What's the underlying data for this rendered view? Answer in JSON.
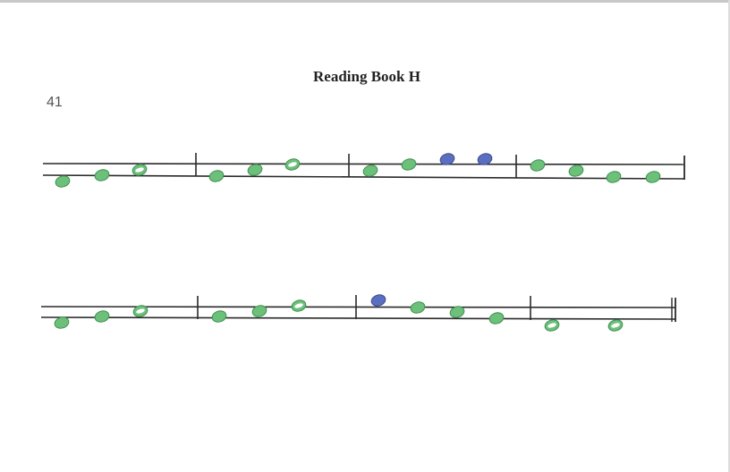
{
  "title": "Reading Book H",
  "page_number": "41",
  "colors": {
    "paper": "#ffffff",
    "staff_line": "#2a2a2a",
    "note_green": "#6cc07a",
    "note_green_outline": "#3f8f50",
    "note_blue": "#5a6fbf",
    "note_blue_outline": "#3b4b8f"
  },
  "staff": {
    "lines_per_staff": 2,
    "systems": 2,
    "measures_per_system": 4,
    "final_barline": "double"
  },
  "notes": {
    "system_1": [
      {
        "measure": 1,
        "color": "green",
        "style": "filled"
      },
      {
        "measure": 1,
        "color": "green",
        "style": "filled"
      },
      {
        "measure": 1,
        "color": "green",
        "style": "hollow"
      },
      {
        "measure": 2,
        "color": "green",
        "style": "filled"
      },
      {
        "measure": 2,
        "color": "green",
        "style": "filled"
      },
      {
        "measure": 2,
        "color": "green",
        "style": "hollow"
      },
      {
        "measure": 3,
        "color": "green",
        "style": "filled"
      },
      {
        "measure": 3,
        "color": "green",
        "style": "filled"
      },
      {
        "measure": 3,
        "color": "blue",
        "style": "filled"
      },
      {
        "measure": 3,
        "color": "blue",
        "style": "filled"
      },
      {
        "measure": 4,
        "color": "green",
        "style": "filled"
      },
      {
        "measure": 4,
        "color": "green",
        "style": "filled"
      },
      {
        "measure": 4,
        "color": "green",
        "style": "filled"
      },
      {
        "measure": 4,
        "color": "green",
        "style": "filled"
      }
    ],
    "system_2": [
      {
        "measure": 1,
        "color": "green",
        "style": "filled"
      },
      {
        "measure": 1,
        "color": "green",
        "style": "filled"
      },
      {
        "measure": 1,
        "color": "green",
        "style": "hollow"
      },
      {
        "measure": 2,
        "color": "green",
        "style": "filled"
      },
      {
        "measure": 2,
        "color": "green",
        "style": "filled"
      },
      {
        "measure": 2,
        "color": "green",
        "style": "hollow"
      },
      {
        "measure": 3,
        "color": "blue",
        "style": "filled"
      },
      {
        "measure": 3,
        "color": "green",
        "style": "filled"
      },
      {
        "measure": 3,
        "color": "green",
        "style": "filled"
      },
      {
        "measure": 3,
        "color": "green",
        "style": "filled"
      },
      {
        "measure": 4,
        "color": "green",
        "style": "hollow"
      },
      {
        "measure": 4,
        "color": "green",
        "style": "hollow"
      }
    ]
  }
}
